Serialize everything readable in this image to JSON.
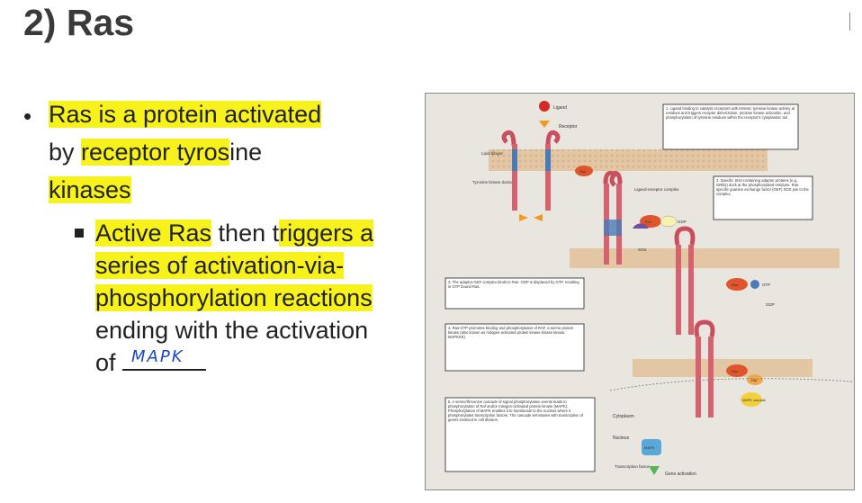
{
  "slide": {
    "title": "2) Ras",
    "bullets": [
      {
        "segments": [
          {
            "text": "Ras is a protein activated",
            "hl": true
          },
          {
            "text": "by ",
            "hl": false
          },
          {
            "text": "receptor tyros",
            "hl": true
          },
          {
            "text": "ine",
            "hl": false
          },
          {
            "text": "kinases",
            "hl": true
          }
        ],
        "sub_bullets": [
          {
            "segments": [
              {
                "text": "Active Ras",
                "hl": true
              },
              {
                "text": " then t",
                "hl": false
              },
              {
                "text": "riggers a",
                "hl": true
              },
              {
                "text": "series of activation-via-",
                "hl": true
              },
              {
                "text": "phosphorylation reactions",
                "hl": true
              },
              {
                "text": "ending with the activation",
                "hl": false
              },
              {
                "text": "of ",
                "hl": false
              }
            ],
            "handwritten_answer": "MAPK"
          }
        ]
      }
    ],
    "highlight_color": "#f7f21b",
    "handwriting_color": "#1d46c9"
  },
  "figure": {
    "labels": {
      "ligand": "Ligand",
      "receptor": "Receptor",
      "lipid_bilayer": "Lipid bilayer",
      "tyrosine_kinase_domains": "Tyrosine kinase domains",
      "ligand_receptor_complex": "Ligand-receptor complex",
      "ras": "Ras",
      "gdp": "GDP",
      "gtp": "GTP",
      "sos": "SOS",
      "raf": "Raf",
      "mapk_cascade": "MAPK cascade",
      "cytoplasm": "Cytoplasm",
      "nucleus": "Nucleus",
      "mapk": "MAPK",
      "transcription_factor": "Transcription factor",
      "gene_activation": "Gene activation"
    },
    "steps": [
      "1. Ligand binding to catalytic receptors with intrinsic tyrosine kinase activity at residues and triggers receptor dimerization, tyrosine kinase activation, and phosphorylation of tyrosine residues within the receptor's cytoplasmic tail.",
      "2. Specific SH2-containing adaptor proteins (e.g., GRB2) dock at the phosphorylated residues. Ras-specific guanine exchange factor (GEF) SOS join to the complex.",
      "3. The adaptor-GEF complex binds to Ras. GDP is displaced by GTP, resulting in GTP bound Ras.",
      "4. Ras-GTP promotes binding and phosphorylation of RAF, a serine protein kinase (also known as mitogen-activated protein kinase kinase kinase, MAPKKK).",
      "5. A serine/threonine cascade of signal phosphorylation events leads to phosphorylation of Raf and/or mitogen-activated protein kinase (MAPK). Phosphorylation of MAPK enables it to translocate to the nucleus where it phosphorylates transcription factors. The cascade terminates with transcription of genes involved in cell division."
    ]
  }
}
